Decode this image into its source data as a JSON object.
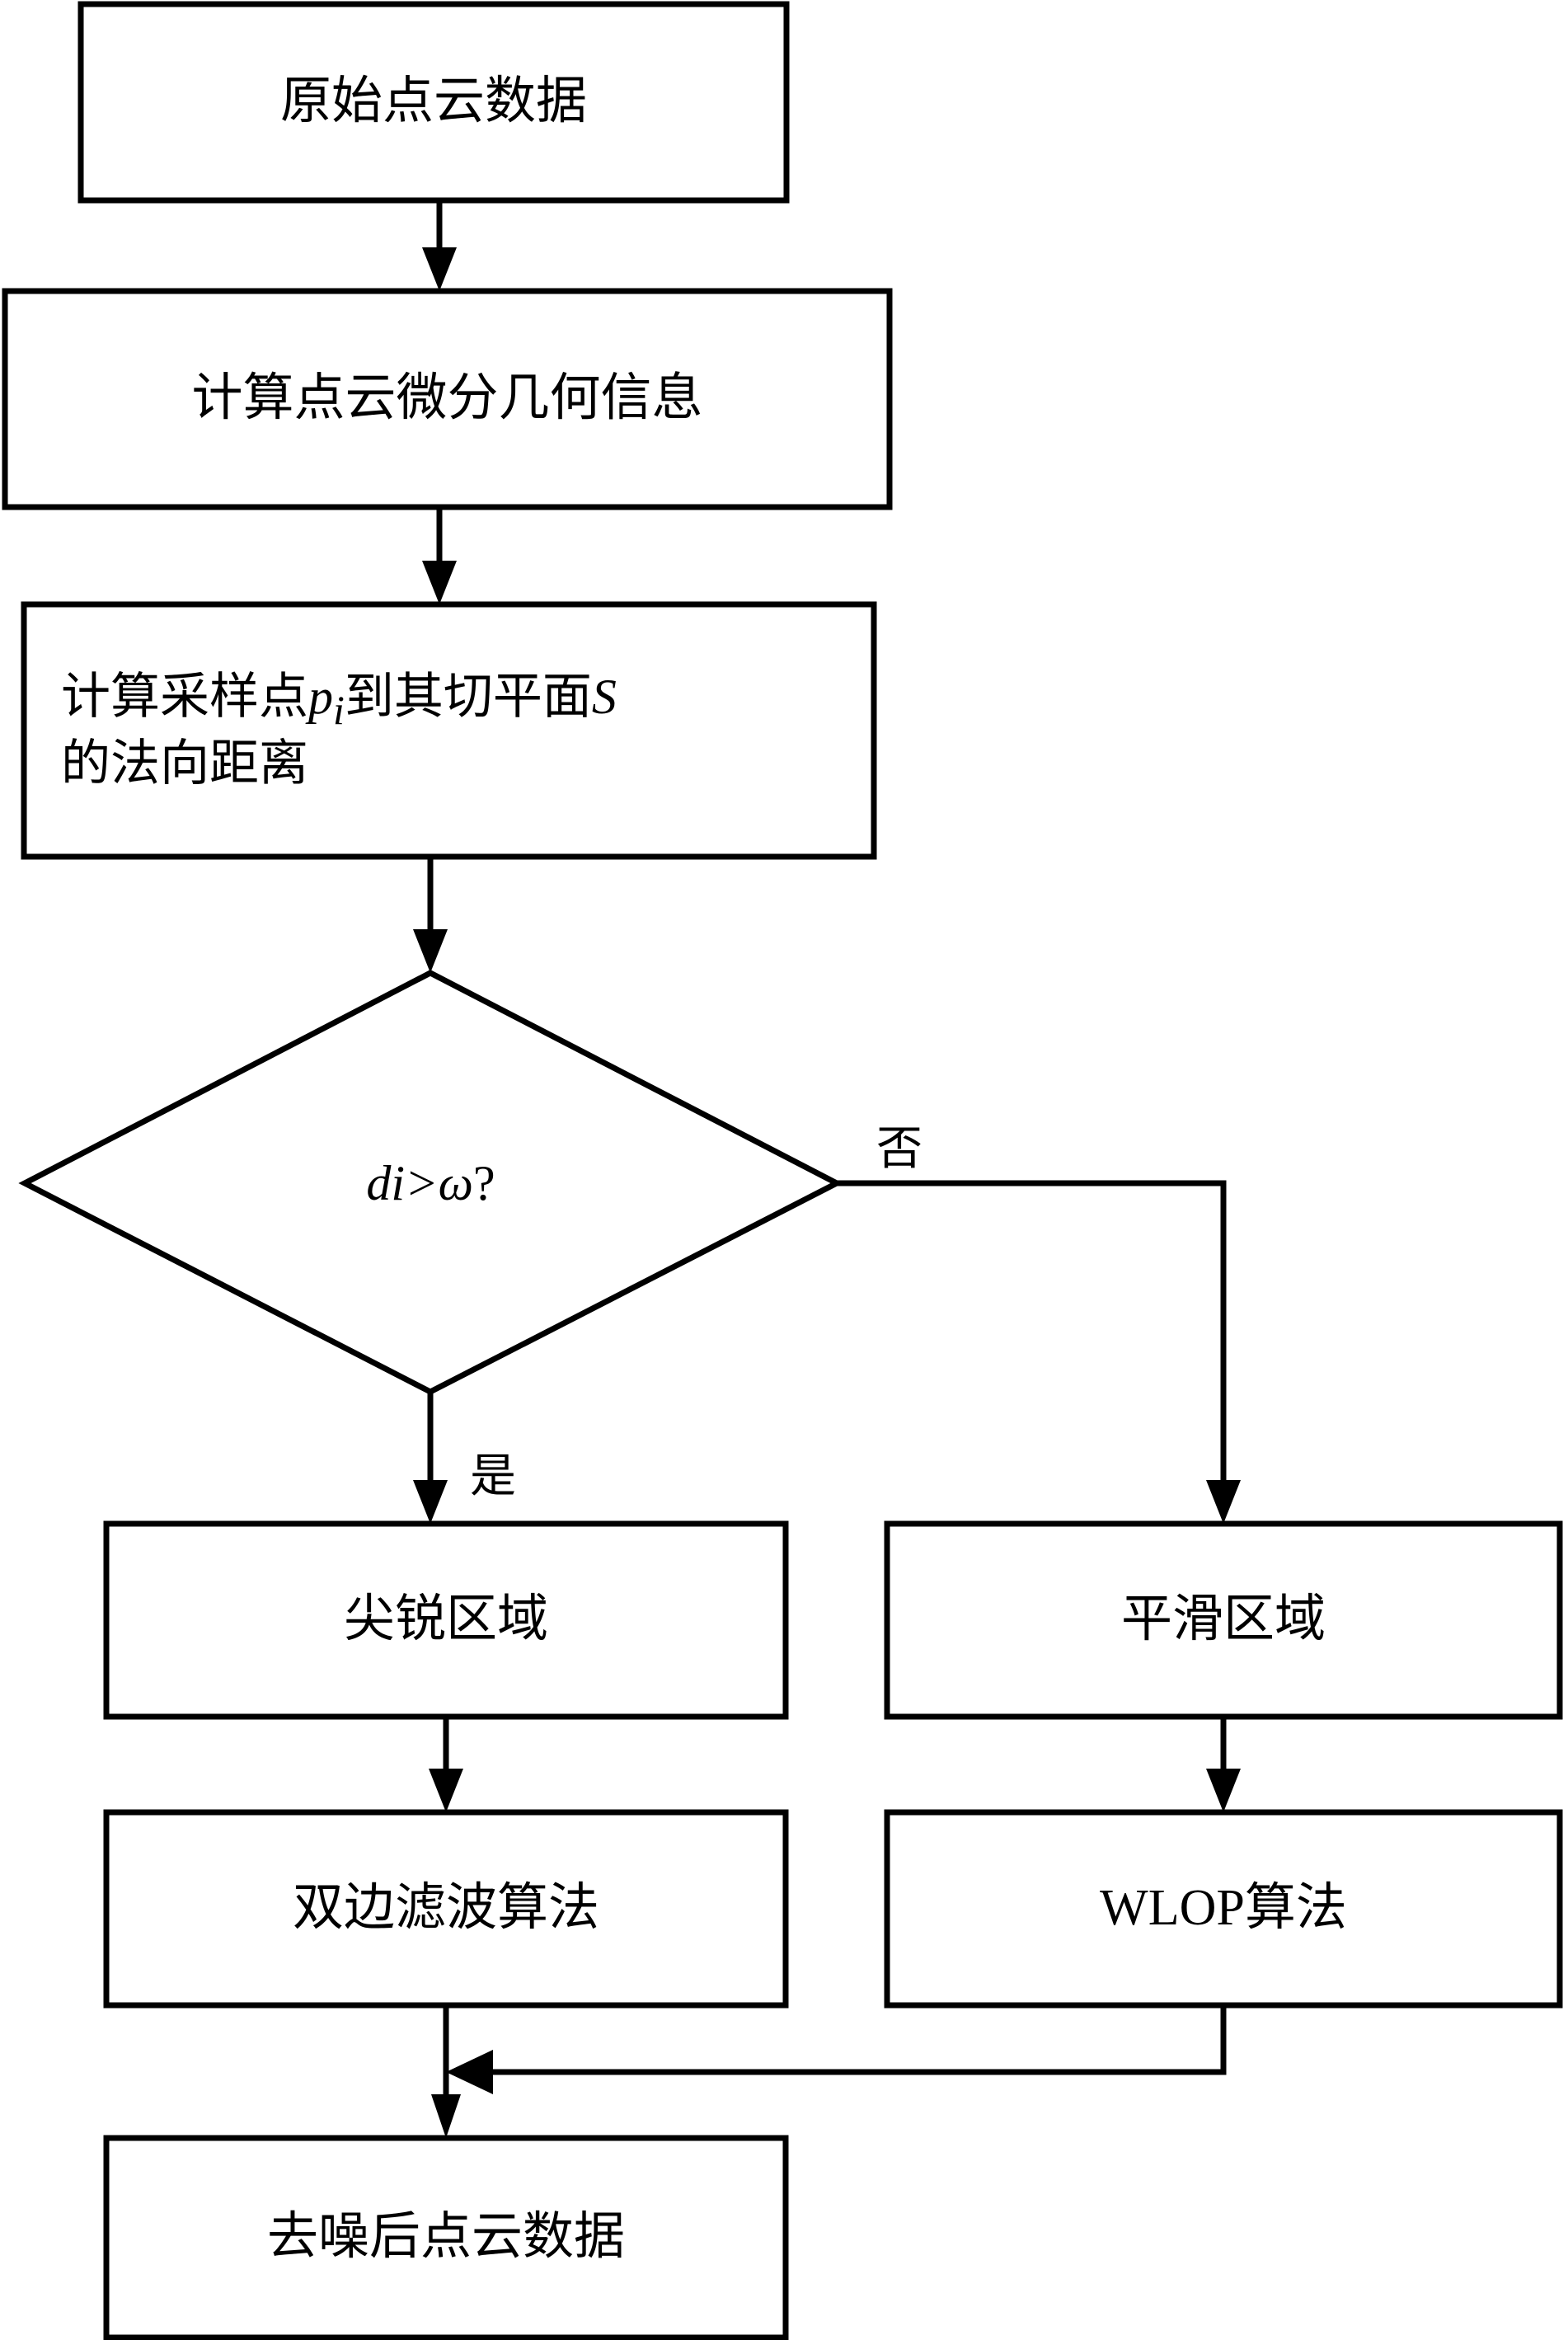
{
  "diagram": {
    "type": "flowchart",
    "title": "",
    "orientation": "top-to-bottom",
    "language": "zh-CN",
    "colors": {
      "stroke": "#000000",
      "fill": "#ffffff",
      "text": "#000000",
      "background": "#ffffff"
    },
    "nodes": [
      {
        "id": "start",
        "shape": "rectangle",
        "label": "原始点云数据"
      },
      {
        "id": "geo",
        "shape": "rectangle",
        "label": "计算点云微分几何信息"
      },
      {
        "id": "dist_line1",
        "shape": "rectangle",
        "label": "计算采样点"
      },
      {
        "id": "decision",
        "shape": "diamond",
        "label": "d"
      },
      {
        "id": "sharp",
        "shape": "rectangle",
        "label": "尖锐区域"
      },
      {
        "id": "smooth",
        "shape": "rectangle",
        "label": "平滑区域"
      },
      {
        "id": "bilateral",
        "shape": "rectangle",
        "label": "双边滤波算法"
      },
      {
        "id": "wlop",
        "shape": "rectangle",
        "label": "WLOP算法"
      },
      {
        "id": "end",
        "shape": "rectangle",
        "label": "去噪后点云数据"
      }
    ],
    "distance_node": {
      "line1_prefix": "计算采样点",
      "line1_var": "p",
      "line1_var_sub": "i",
      "line1_mid": "到其切平面",
      "line1_plane": "S",
      "line2": "的法向距离"
    },
    "decision_node": {
      "var": "d",
      "var_sub": "i",
      "operator": ">",
      "threshold": "ω",
      "question_mark": "?"
    },
    "edge_labels": {
      "yes": "是",
      "no": "否"
    },
    "edges": [
      {
        "from": "start",
        "to": "geo",
        "label": ""
      },
      {
        "from": "geo",
        "to": "dist",
        "label": ""
      },
      {
        "from": "dist",
        "to": "decision",
        "label": ""
      },
      {
        "from": "decision",
        "to": "sharp",
        "label": "是"
      },
      {
        "from": "decision",
        "to": "smooth",
        "label": "否"
      },
      {
        "from": "sharp",
        "to": "bilateral",
        "label": ""
      },
      {
        "from": "smooth",
        "to": "wlop",
        "label": ""
      },
      {
        "from": "bilateral",
        "to": "end",
        "label": ""
      },
      {
        "from": "wlop",
        "to": "end",
        "label": ""
      }
    ]
  }
}
